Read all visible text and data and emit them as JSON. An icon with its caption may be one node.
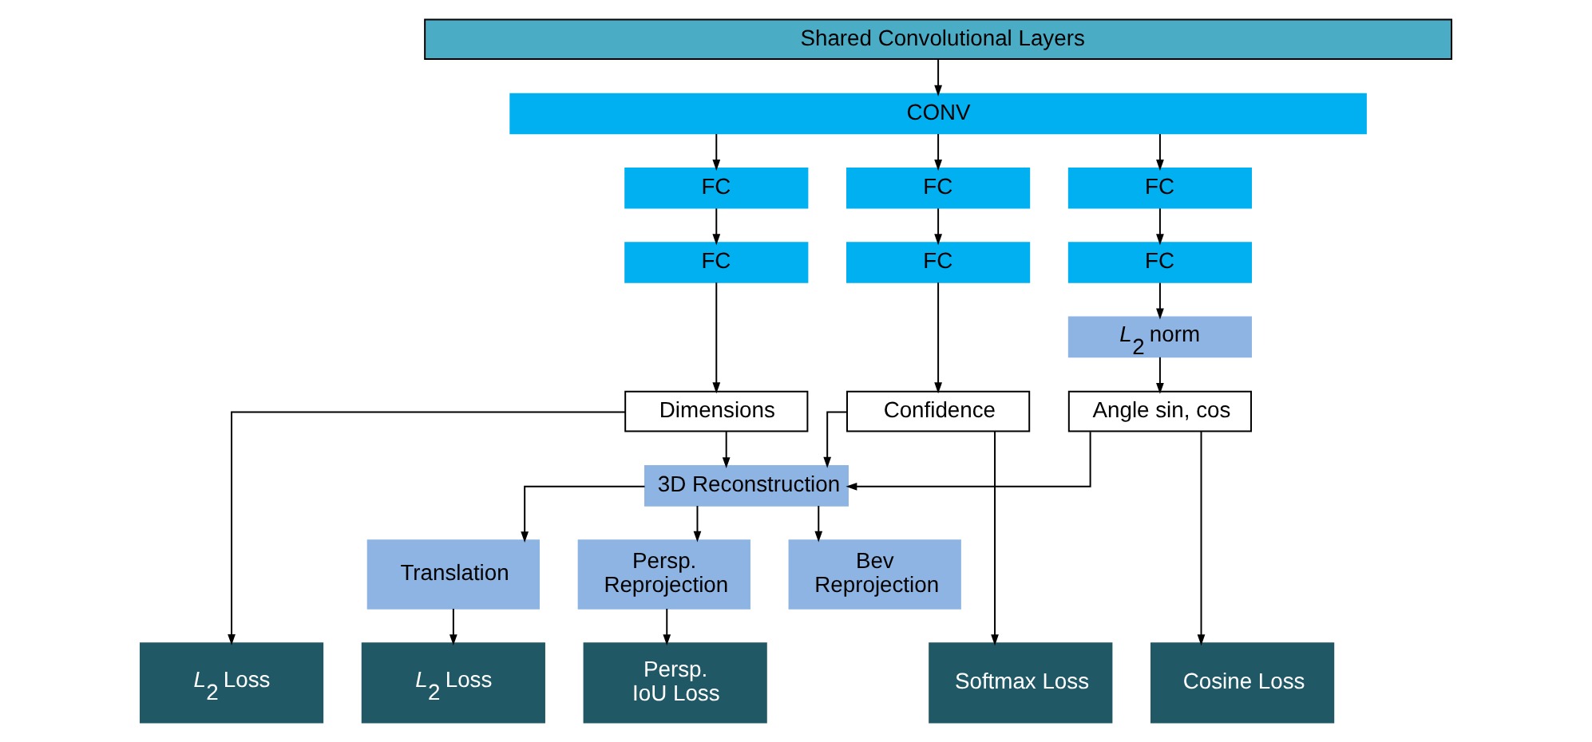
{
  "diagram": {
    "nodes": [
      {
        "text": [
          "Shared Convolutional Layers"
        ]
      },
      {
        "text": [
          "CONV"
        ]
      },
      {
        "text": [
          "FC"
        ]
      },
      {
        "text": [
          "FC"
        ]
      },
      {
        "text": [
          "FC"
        ]
      },
      {
        "text": [
          "FC"
        ]
      },
      {
        "text": [
          "FC"
        ]
      },
      {
        "text": [
          "FC"
        ]
      },
      {
        "text": [
          "*L*$_{2}$ norm"
        ]
      },
      {
        "text": [
          "Dimensions"
        ]
      },
      {
        "text": [
          "Confidence"
        ]
      },
      {
        "text": [
          "Angle sin, cos"
        ]
      },
      {
        "text": [
          "3D Reconstruction"
        ]
      },
      {
        "text": [
          "Translation"
        ]
      },
      {
        "text": [
          "Persp. Reprojection"
        ]
      },
      {
        "text": [
          "Bev Reprojection"
        ]
      },
      {
        "text": [
          "*L*$_{2}$ Loss"
        ]
      },
      {
        "text": [
          "Softmax Loss"
        ]
      },
      {
        "text": [
          "Cosine Loss"
        ]
      },
      {
        "text": [
          "*L*$_{2}$ Loss"
        ]
      },
      {
        "text": [
          "Persp. IoU Loss"
        ]
      }
    ],
    "edges": [
      {
        "from": 0,
        "to": 1,
        "arrow": "to"
      },
      {
        "from": 1,
        "to": 2,
        "arrow": "to"
      },
      {
        "from": 1,
        "to": 3,
        "arrow": "to"
      },
      {
        "from": 1,
        "to": 4,
        "arrow": "to"
      },
      {
        "from": 2,
        "to": 5,
        "arrow": "to"
      },
      {
        "from": 3,
        "to": 6,
        "arrow": "to"
      },
      {
        "from": 4,
        "to": 7,
        "arrow": "to"
      },
      {
        "from": 5,
        "to": 9,
        "arrow": "to"
      },
      {
        "from": 6,
        "to": 10,
        "arrow": "to"
      },
      {
        "from": 7,
        "to": 8,
        "arrow": "to"
      },
      {
        "from": 8,
        "to": 11,
        "arrow": "to"
      },
      {
        "from": 9,
        "to": 12,
        "arrow": "to"
      },
      {
        "from": 10,
        "to": 12,
        "arrow": "to"
      },
      {
        "from": 11,
        "to": 12,
        "arrow": "to"
      },
      {
        "from": 12,
        "to": 13,
        "arrow": "to"
      },
      {
        "from": 12,
        "to": 14,
        "arrow": "to"
      },
      {
        "from": 12,
        "to": 15,
        "arrow": "to"
      },
      {
        "from": 9,
        "to": 16,
        "arrow": "to"
      },
      {
        "from": 10,
        "to": 17,
        "arrow": "to"
      },
      {
        "from": 11,
        "to": 18,
        "arrow": "to"
      },
      {
        "from": 13,
        "to": 19,
        "arrow": "to"
      },
      {
        "from": 14,
        "to": 20,
        "arrow": "to"
      }
    ]
  }
}
